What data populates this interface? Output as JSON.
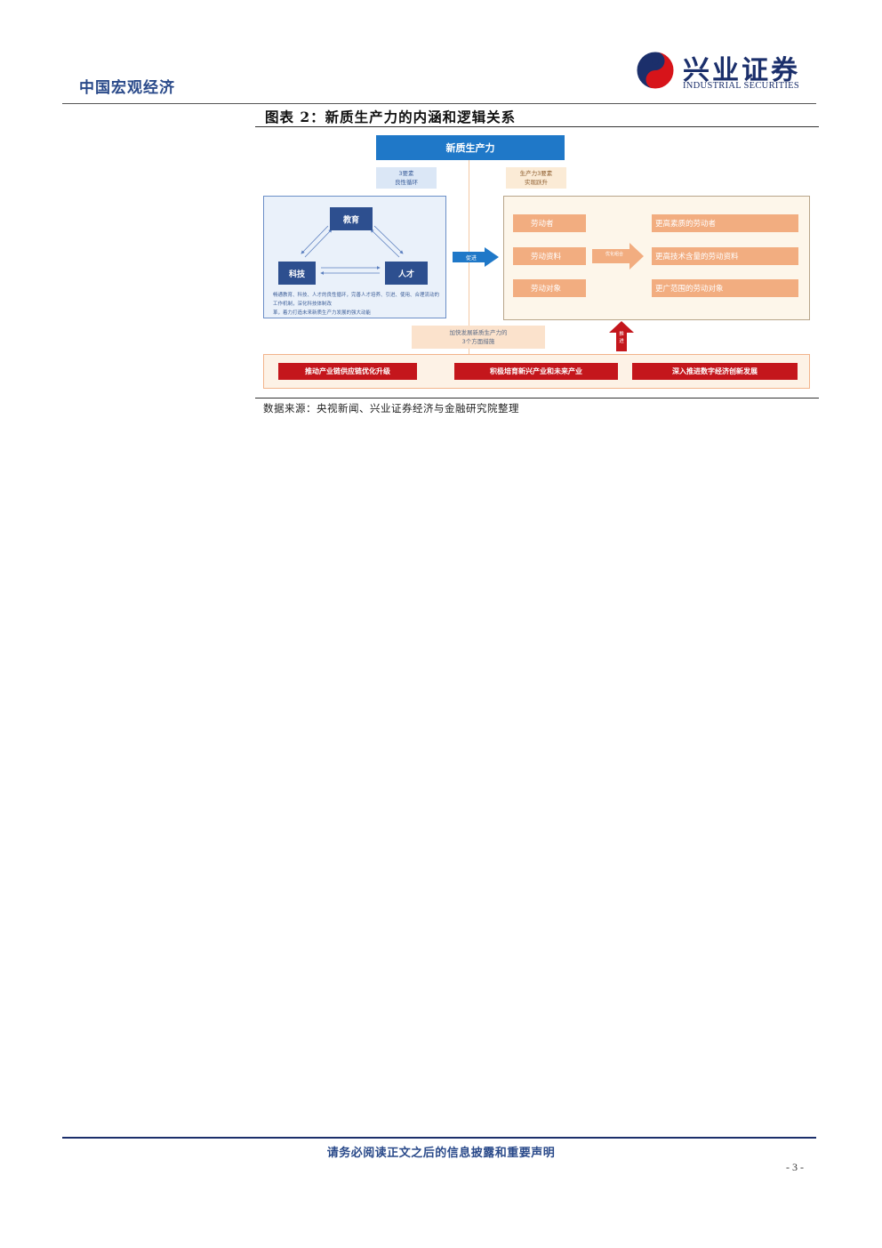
{
  "header": {
    "section": "中国宏观经济",
    "brand_cn": "兴业证券",
    "brand_en": "INDUSTRIAL SECURITIES"
  },
  "figure": {
    "title": "图表 2：新质生产力的内涵和逻辑关系",
    "source": "数据来源：央视新闻、兴业证券经济与金融研究院整理"
  },
  "diagram": {
    "top": "新质生产力",
    "tag_left": [
      "3要素",
      "良性循环"
    ],
    "tag_right": [
      "生产力3要素",
      "实现跃升"
    ],
    "nodes": {
      "education": "教育",
      "tech": "科技",
      "talent": "人才"
    },
    "left_note": [
      "畅通教育、科技、人才的良性循环，完善人才培养、引进、使用、合理流动的工作机制，深化科技体制改",
      "革，着力打造未来新质生产力发展的强大动能"
    ],
    "mid_arrow": "促进",
    "left_items": [
      "劳动者",
      "劳动资料",
      "劳动对象"
    ],
    "right_items": [
      "更高素质的劳动者",
      "更高技术含量的劳动资料",
      "更广范围的劳动对象"
    ],
    "transform_label": "优化组合",
    "bottom_tag": [
      "加快发展新质生产力的",
      "3个方面措施"
    ],
    "up_arrow": [
      "推",
      "进"
    ],
    "measures": [
      "推动产业链供应链优化升级",
      "积极培育新兴产业和未来产业",
      "深入推进数字经济创新发展"
    ]
  },
  "footer": {
    "disclaimer": "请务必阅读正文之后的信息披露和重要声明",
    "page": "- 3 -"
  },
  "colors": {
    "brand_blue": "#1b2f6b",
    "accent_blue": "#1f78c8",
    "node_blue": "#2d4f8f",
    "pill_orange": "#f2ad80",
    "red": "#c4161c"
  }
}
